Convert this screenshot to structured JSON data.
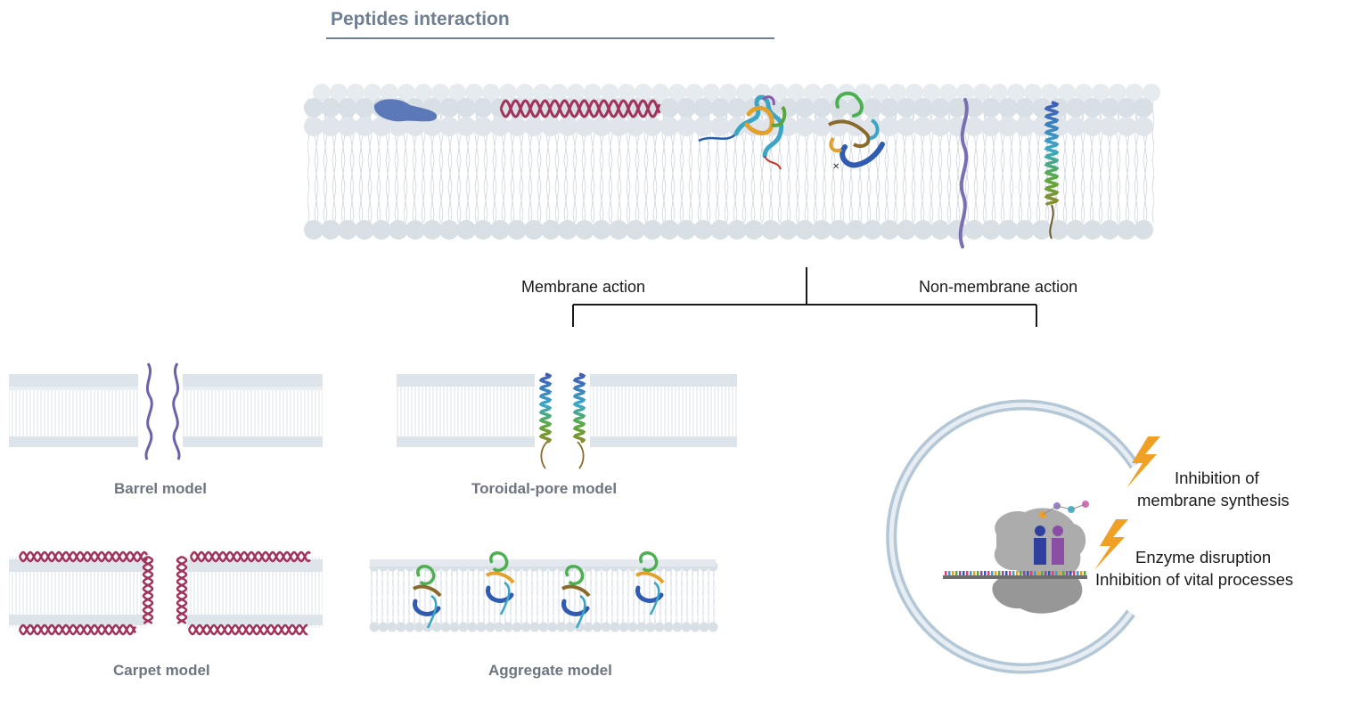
{
  "title": "Peptides interaction",
  "branches": {
    "membrane": "Membrane action",
    "non_membrane": "Non-membrane action"
  },
  "models": {
    "barrel": "Barrel model",
    "toroidal": "Toroidal-pore model",
    "carpet": "Carpet model",
    "aggregate": "Aggregate model"
  },
  "effects": {
    "synthesis_line1": "Inhibition of",
    "synthesis_line2": "membrane synthesis",
    "enzyme": "Enzyme disruption",
    "vital": "Inhibition of vital processes"
  },
  "colors": {
    "title": "#6e7f93",
    "membrane_head": "#d6dde3",
    "tail": "#c9d3db",
    "helix_red": "#a3325a",
    "peptide_purple": "#6b63a8",
    "cell_wall": "#b3c7d6",
    "lightning": "#f0a024"
  }
}
